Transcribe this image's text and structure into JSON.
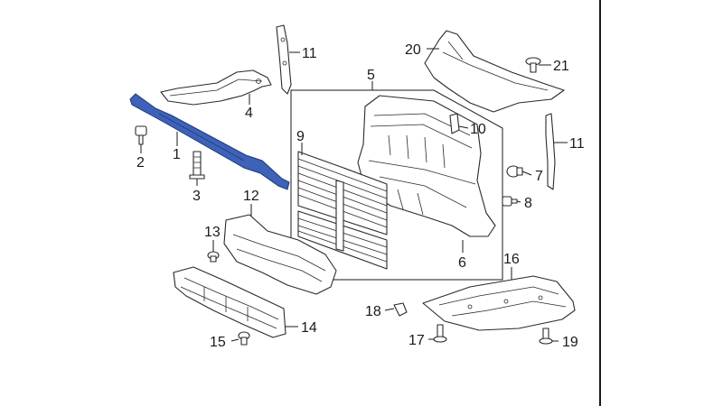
{
  "diagram": {
    "colors": {
      "highlight": "#3d62b8",
      "highlight_stroke": "#1f3a7a",
      "line": "#2a2a2a",
      "background": "#ffffff"
    },
    "callouts": {
      "c1": "1",
      "c2": "2",
      "c3": "3",
      "c4": "4",
      "c5": "5",
      "c6": "6",
      "c7": "7",
      "c8": "8",
      "c9": "9",
      "c10": "10",
      "c11a": "11",
      "c11b": "11",
      "c12": "12",
      "c13": "13",
      "c14": "14",
      "c15": "15",
      "c16": "16",
      "c17": "17",
      "c18": "18",
      "c19": "19",
      "c20": "20",
      "c21": "21"
    },
    "highlighted_part": "1"
  }
}
